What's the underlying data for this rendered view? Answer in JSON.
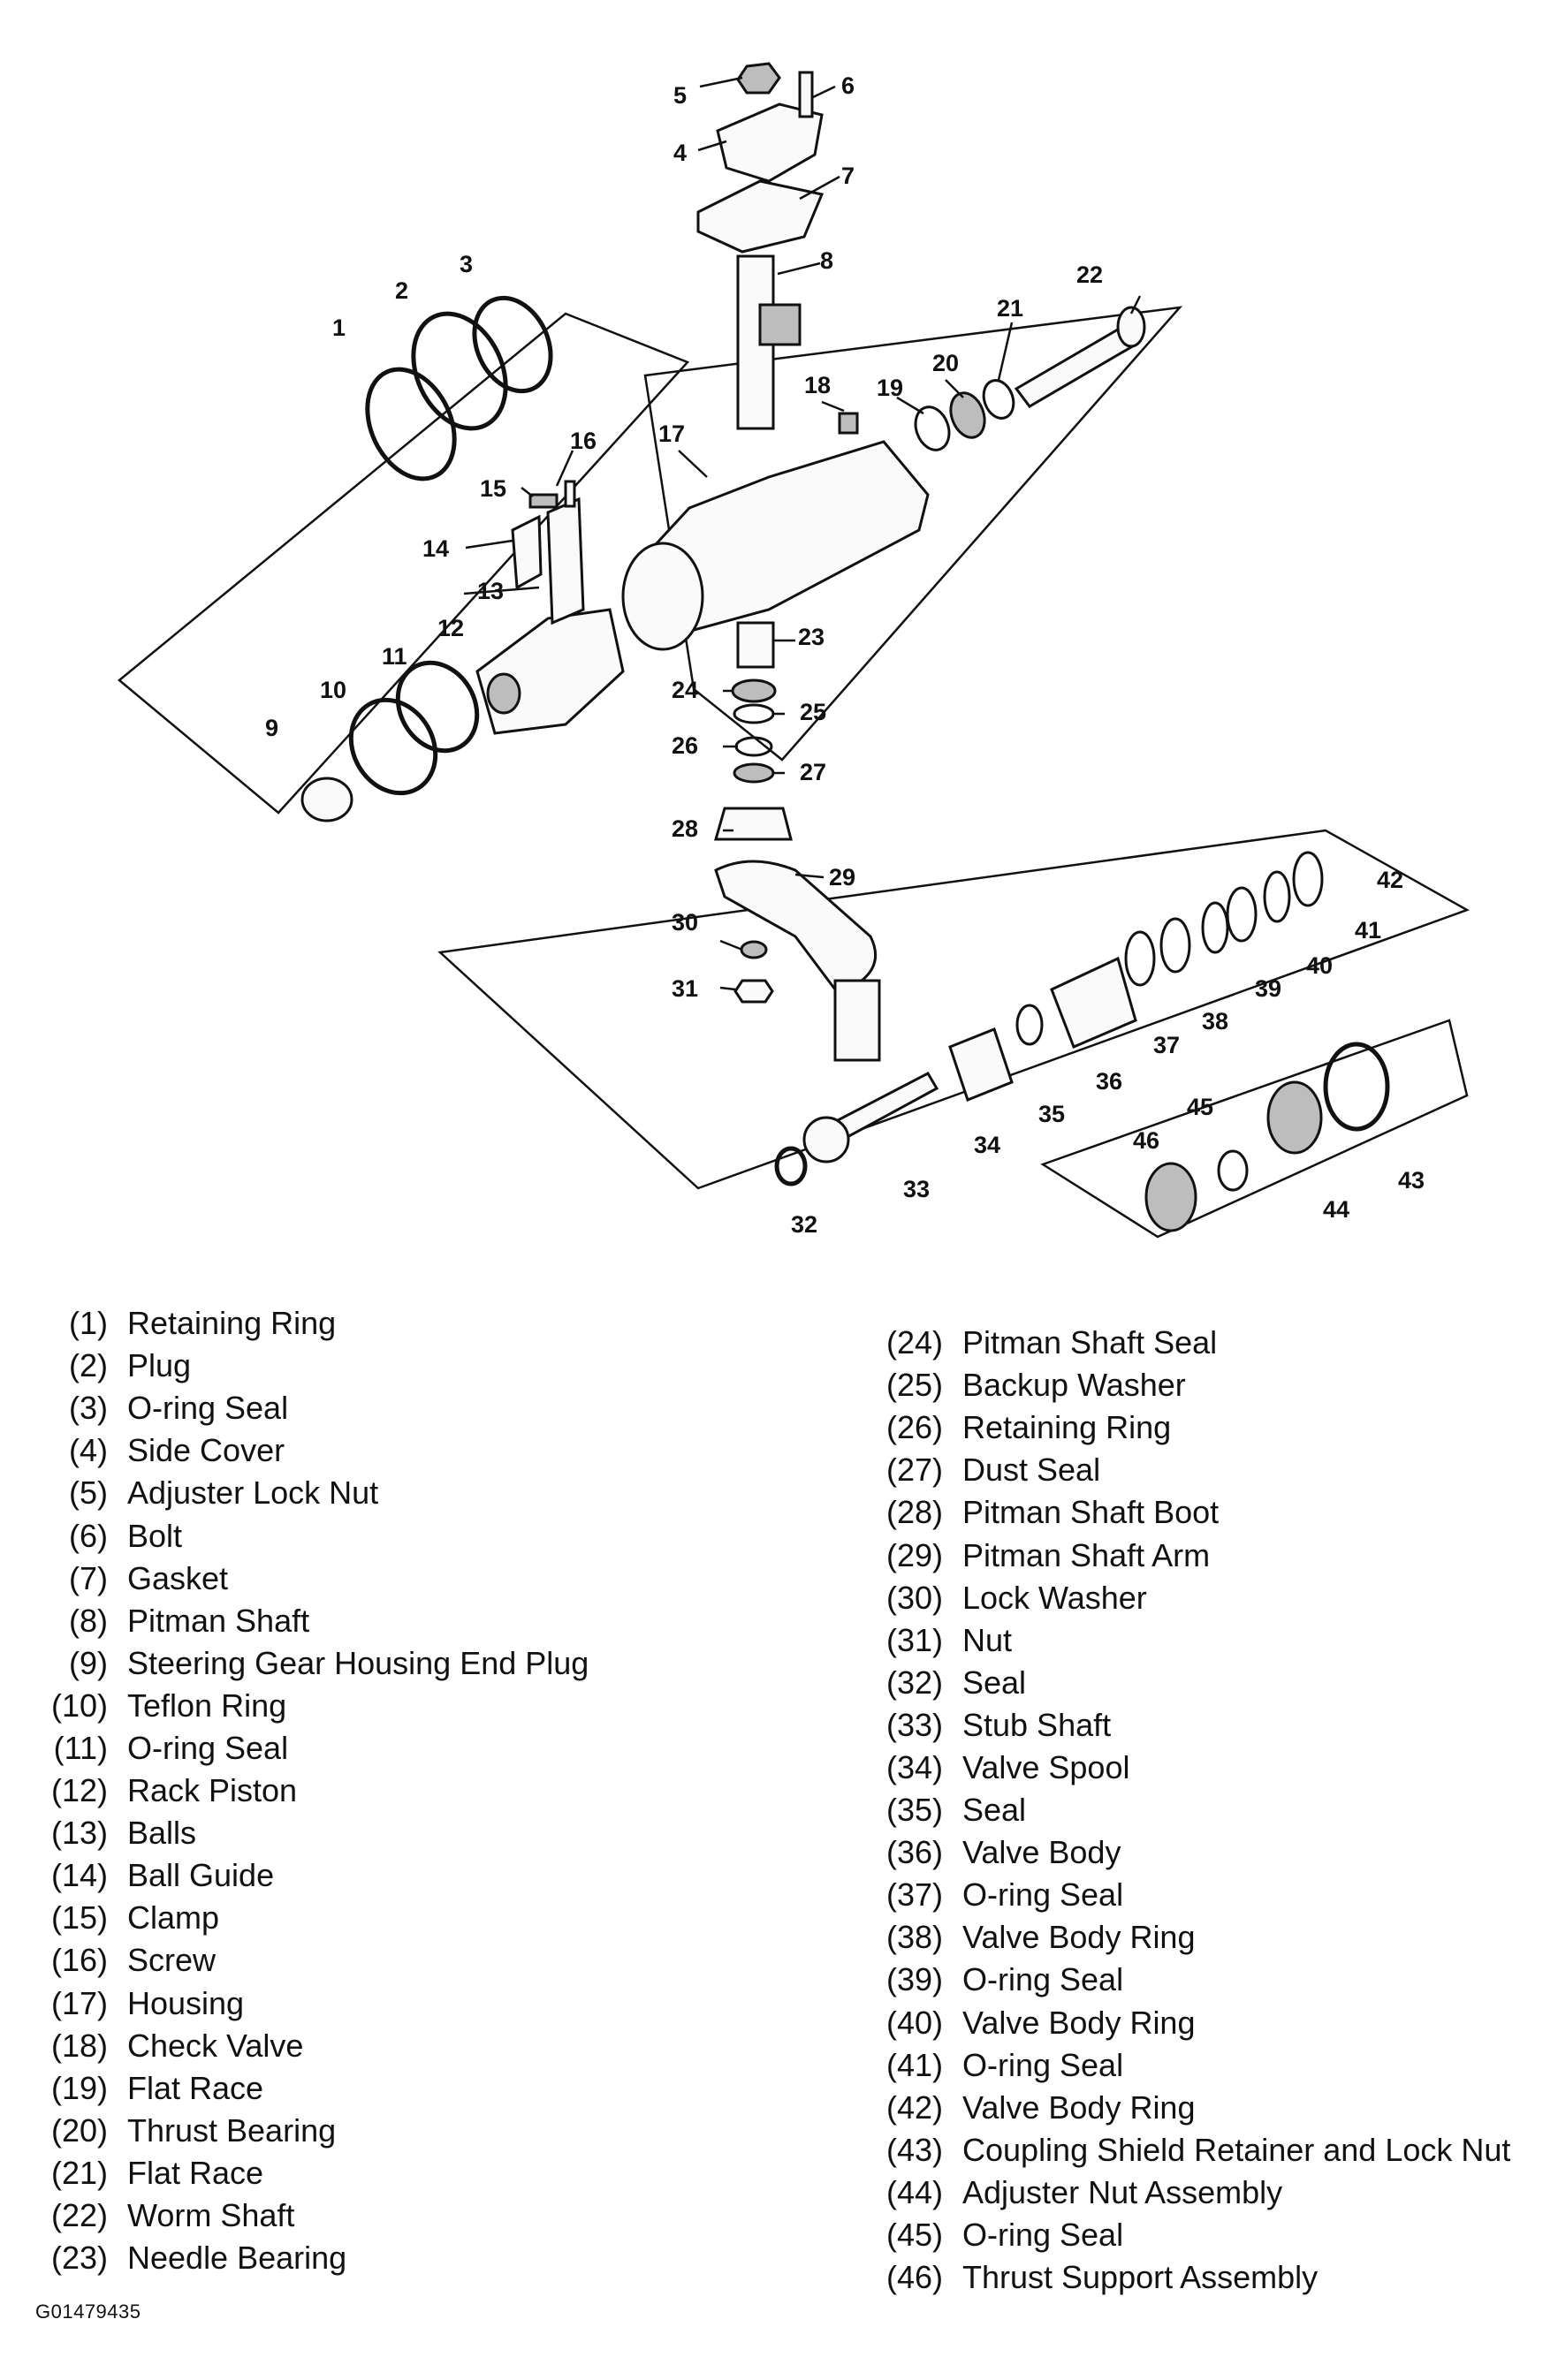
{
  "callouts": [
    "1",
    "2",
    "3",
    "4",
    "5",
    "6",
    "7",
    "8",
    "9",
    "10",
    "11",
    "12",
    "13",
    "14",
    "15",
    "16",
    "17",
    "18",
    "19",
    "20",
    "21",
    "22",
    "23",
    "24",
    "25",
    "26",
    "27",
    "28",
    "29",
    "30",
    "31",
    "32",
    "33",
    "34",
    "35",
    "36",
    "37",
    "38",
    "39",
    "40",
    "41",
    "42",
    "43",
    "44",
    "45",
    "46"
  ],
  "legend_left": [
    {
      "num": "(1)",
      "name": "Retaining Ring"
    },
    {
      "num": "(2)",
      "name": "Plug"
    },
    {
      "num": "(3)",
      "name": "O-ring Seal"
    },
    {
      "num": "(4)",
      "name": "Side Cover"
    },
    {
      "num": "(5)",
      "name": "Adjuster Lock Nut"
    },
    {
      "num": "(6)",
      "name": "Bolt"
    },
    {
      "num": "(7)",
      "name": "Gasket"
    },
    {
      "num": "(8)",
      "name": "Pitman Shaft"
    },
    {
      "num": "(9)",
      "name": "Steering Gear Housing End Plug"
    },
    {
      "num": "(10)",
      "name": "Teflon Ring"
    },
    {
      "num": "(11)",
      "name": "O-ring Seal"
    },
    {
      "num": "(12)",
      "name": "Rack Piston"
    },
    {
      "num": "(13)",
      "name": "Balls"
    },
    {
      "num": "(14)",
      "name": "Ball Guide"
    },
    {
      "num": "(15)",
      "name": "Clamp"
    },
    {
      "num": "(16)",
      "name": "Screw"
    },
    {
      "num": "(17)",
      "name": "Housing"
    },
    {
      "num": "(18)",
      "name": "Check Valve"
    },
    {
      "num": "(19)",
      "name": "Flat Race"
    },
    {
      "num": "(20)",
      "name": "Thrust Bearing"
    },
    {
      "num": "(21)",
      "name": "Flat Race"
    },
    {
      "num": "(22)",
      "name": "Worm Shaft"
    },
    {
      "num": "(23)",
      "name": "Needle Bearing"
    }
  ],
  "legend_right": [
    {
      "num": "(24)",
      "name": "Pitman Shaft Seal"
    },
    {
      "num": "(25)",
      "name": "Backup Washer"
    },
    {
      "num": "(26)",
      "name": "Retaining Ring"
    },
    {
      "num": "(27)",
      "name": "Dust Seal"
    },
    {
      "num": "(28)",
      "name": "Pitman Shaft Boot"
    },
    {
      "num": "(29)",
      "name": "Pitman Shaft Arm"
    },
    {
      "num": "(30)",
      "name": "Lock Washer"
    },
    {
      "num": "(31)",
      "name": "Nut"
    },
    {
      "num": "(32)",
      "name": "Seal"
    },
    {
      "num": "(33)",
      "name": "Stub Shaft"
    },
    {
      "num": "(34)",
      "name": "Valve Spool"
    },
    {
      "num": "(35)",
      "name": "Seal"
    },
    {
      "num": "(36)",
      "name": "Valve Body"
    },
    {
      "num": "(37)",
      "name": "O-ring Seal"
    },
    {
      "num": "(38)",
      "name": "Valve Body Ring"
    },
    {
      "num": "(39)",
      "name": "O-ring Seal"
    },
    {
      "num": "(40)",
      "name": "Valve Body Ring"
    },
    {
      "num": "(41)",
      "name": "O-ring Seal"
    },
    {
      "num": "(42)",
      "name": "Valve Body Ring"
    },
    {
      "num": "(43)",
      "name": "Coupling Shield Retainer and Lock Nut"
    },
    {
      "num": "(44)",
      "name": "Adjuster Nut Assembly"
    },
    {
      "num": "(45)",
      "name": "O-ring Seal"
    },
    {
      "num": "(46)",
      "name": "Thrust Support Assembly"
    }
  ],
  "figure_id": "G01479435"
}
